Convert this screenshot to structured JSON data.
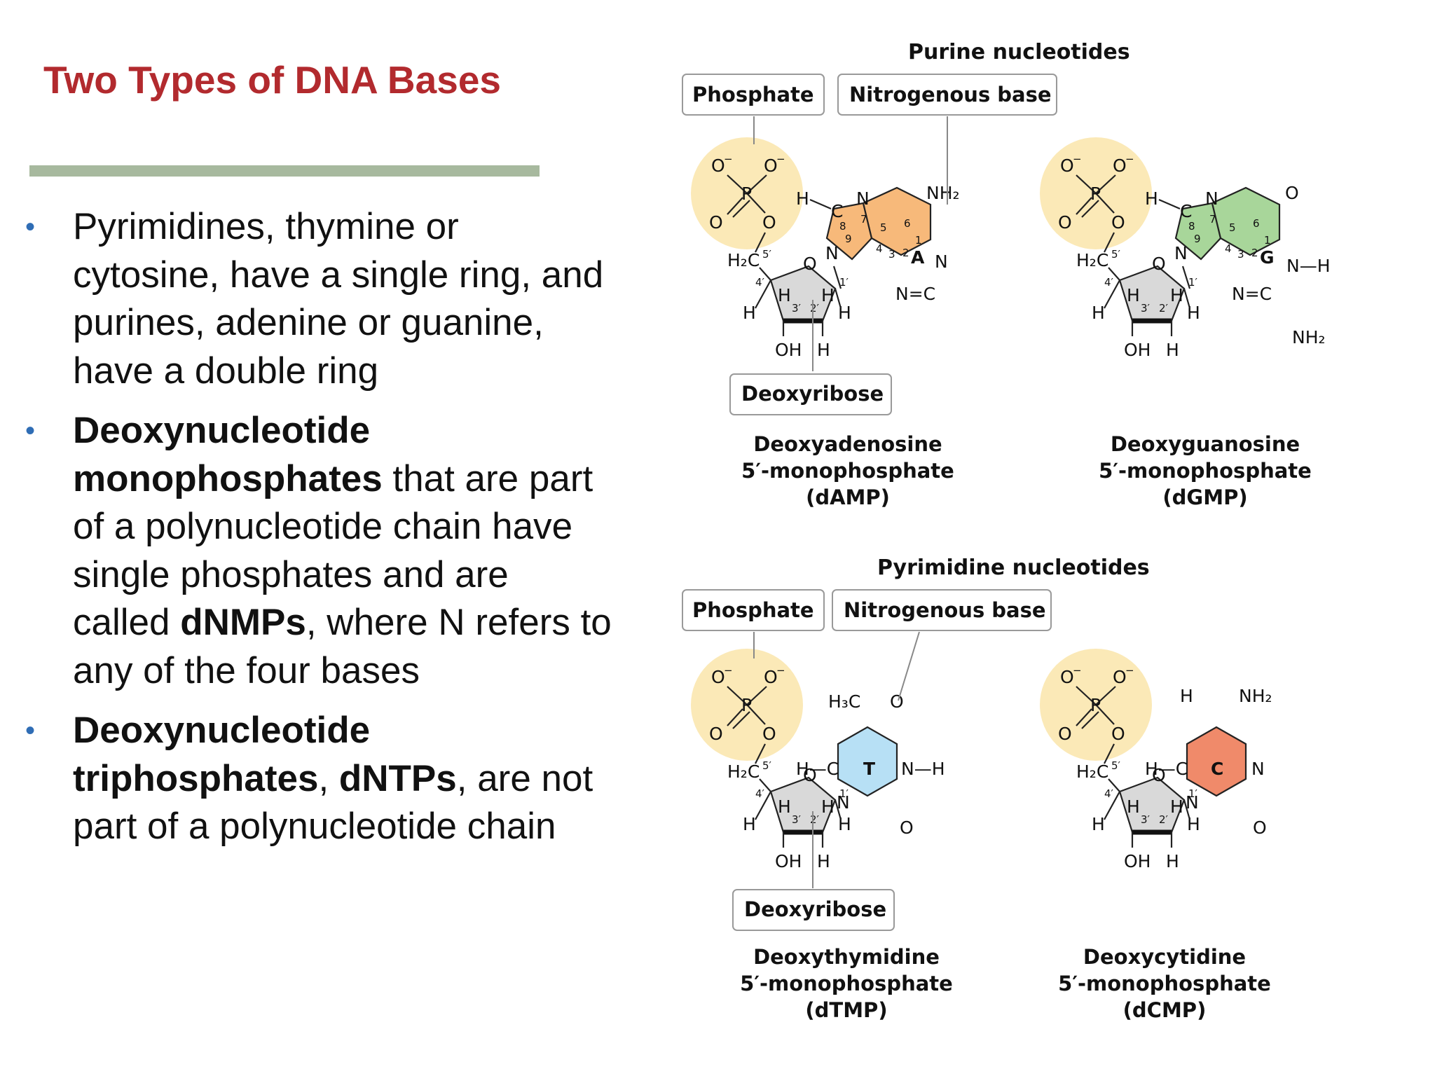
{
  "slide": {
    "title": "Two Types of DNA Bases",
    "bullets": [
      {
        "segments": [
          {
            "text": "Pyrimidines, thymine or cytosine, have a single ring, and purines, adenine or guanine, have a double ring",
            "bold": false
          }
        ]
      },
      {
        "segments": [
          {
            "text": "Deoxynucleotide monophosphates",
            "bold": true
          },
          {
            "text": " that are part of a polynucleotide chain have single phosphates and are called ",
            "bold": false
          },
          {
            "text": "dNMPs",
            "bold": true
          },
          {
            "text": ", where N refers to any of the four bases",
            "bold": false
          }
        ]
      },
      {
        "segments": [
          {
            "text": "Deoxynucleotide triphosphates",
            "bold": true
          },
          {
            "text": ", ",
            "bold": false
          },
          {
            "text": "dNTPs",
            "bold": true
          },
          {
            "text": ", are not part of a polynucleotide chain",
            "bold": false
          }
        ]
      }
    ]
  },
  "figure": {
    "purine_title": "Purine nucleotides",
    "pyrimidine_title": "Pyrimidine nucleotides",
    "label_phosphate": "Phosphate",
    "label_base": "Nitrogenous base",
    "label_sugar": "Deoxyribose",
    "colors": {
      "phosphate": "#fbe9b7",
      "A": "#f7b97a",
      "G": "#a8d69a",
      "T": "#b7e0f5",
      "C": "#f08a6a",
      "sugar": "#d9d9d9"
    },
    "nucleotides": [
      {
        "letter": "A",
        "caption": [
          "Deoxyadenosine",
          "5′-monophosphate",
          "(dAMP)"
        ]
      },
      {
        "letter": "G",
        "caption": [
          "Deoxyguanosine",
          "5′-monophosphate",
          "(dGMP)"
        ]
      },
      {
        "letter": "T",
        "caption": [
          "Deoxythymidine",
          "5′-monophosphate",
          "(dTMP)"
        ]
      },
      {
        "letter": "C",
        "caption": [
          "Deoxycytidine",
          "5′-monophosphate",
          "(dCMP)"
        ]
      }
    ]
  }
}
